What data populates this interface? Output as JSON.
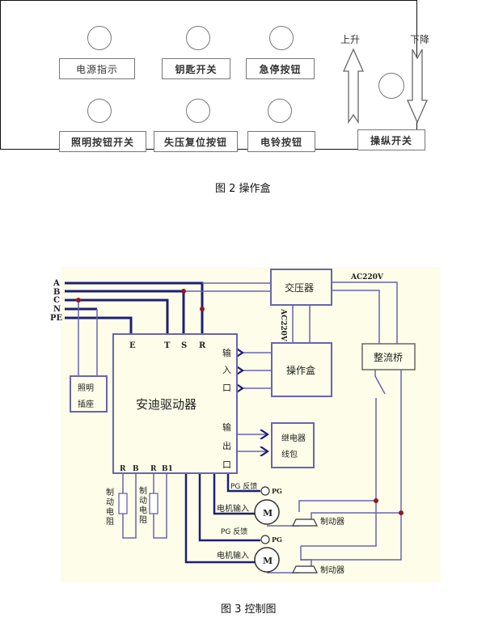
{
  "figure2": {
    "caption": "图 2 操作盒",
    "buttons": [
      {
        "id": "power-indicator",
        "label": "电源指示"
      },
      {
        "id": "key-switch",
        "label": "钥匙开关"
      },
      {
        "id": "emergency-stop",
        "label": "急停按钮"
      },
      {
        "id": "lighting-switch",
        "label": "照明按钮开关"
      },
      {
        "id": "undervoltage-reset",
        "label": "失压复位按钮"
      },
      {
        "id": "bell-button",
        "label": "电铃按钮"
      }
    ],
    "joystick": {
      "up_label": "上升",
      "down_label": "下降",
      "label": "操纵开关"
    }
  },
  "figure3": {
    "caption": "图 3 控制图",
    "phase_lines": [
      "A",
      "B",
      "C",
      "N",
      "PE"
    ],
    "transformer": {
      "label": "交压器",
      "ac_top": "AC220V",
      "ac_side": "AC220V"
    },
    "rectifier": {
      "label": "整流桥"
    },
    "operation_box": {
      "label": "操作盒"
    },
    "relay": {
      "label_line1": "继电器",
      "label_line2": "线包"
    },
    "lighting_socket": {
      "label_line1": "照明",
      "label_line2": "插座"
    },
    "driver": {
      "label": "安迪驱动器",
      "top_terminals": [
        "E",
        "T",
        "S",
        "R"
      ],
      "bottom_terminals": [
        "R",
        "B",
        "R",
        "B1"
      ],
      "input_port": [
        "输",
        "入",
        "口"
      ],
      "output_port": [
        "输",
        "出",
        "口"
      ]
    },
    "brake_resistor_label": [
      "制",
      "动",
      "电",
      "阻"
    ],
    "motors": [
      {
        "pg_feedback": "PG 反馈",
        "pg": "PG",
        "motor_input": "电机输入",
        "motor": "M",
        "brake": "制动器"
      },
      {
        "pg_feedback": "PG 反馈",
        "pg": "PG",
        "motor_input": "电机输入",
        "motor": "M",
        "brake": "制动器"
      }
    ],
    "colors": {
      "power_line": "#1e1e78",
      "signal_line": "#6a64b0",
      "junction": "#8b1a2a"
    }
  }
}
